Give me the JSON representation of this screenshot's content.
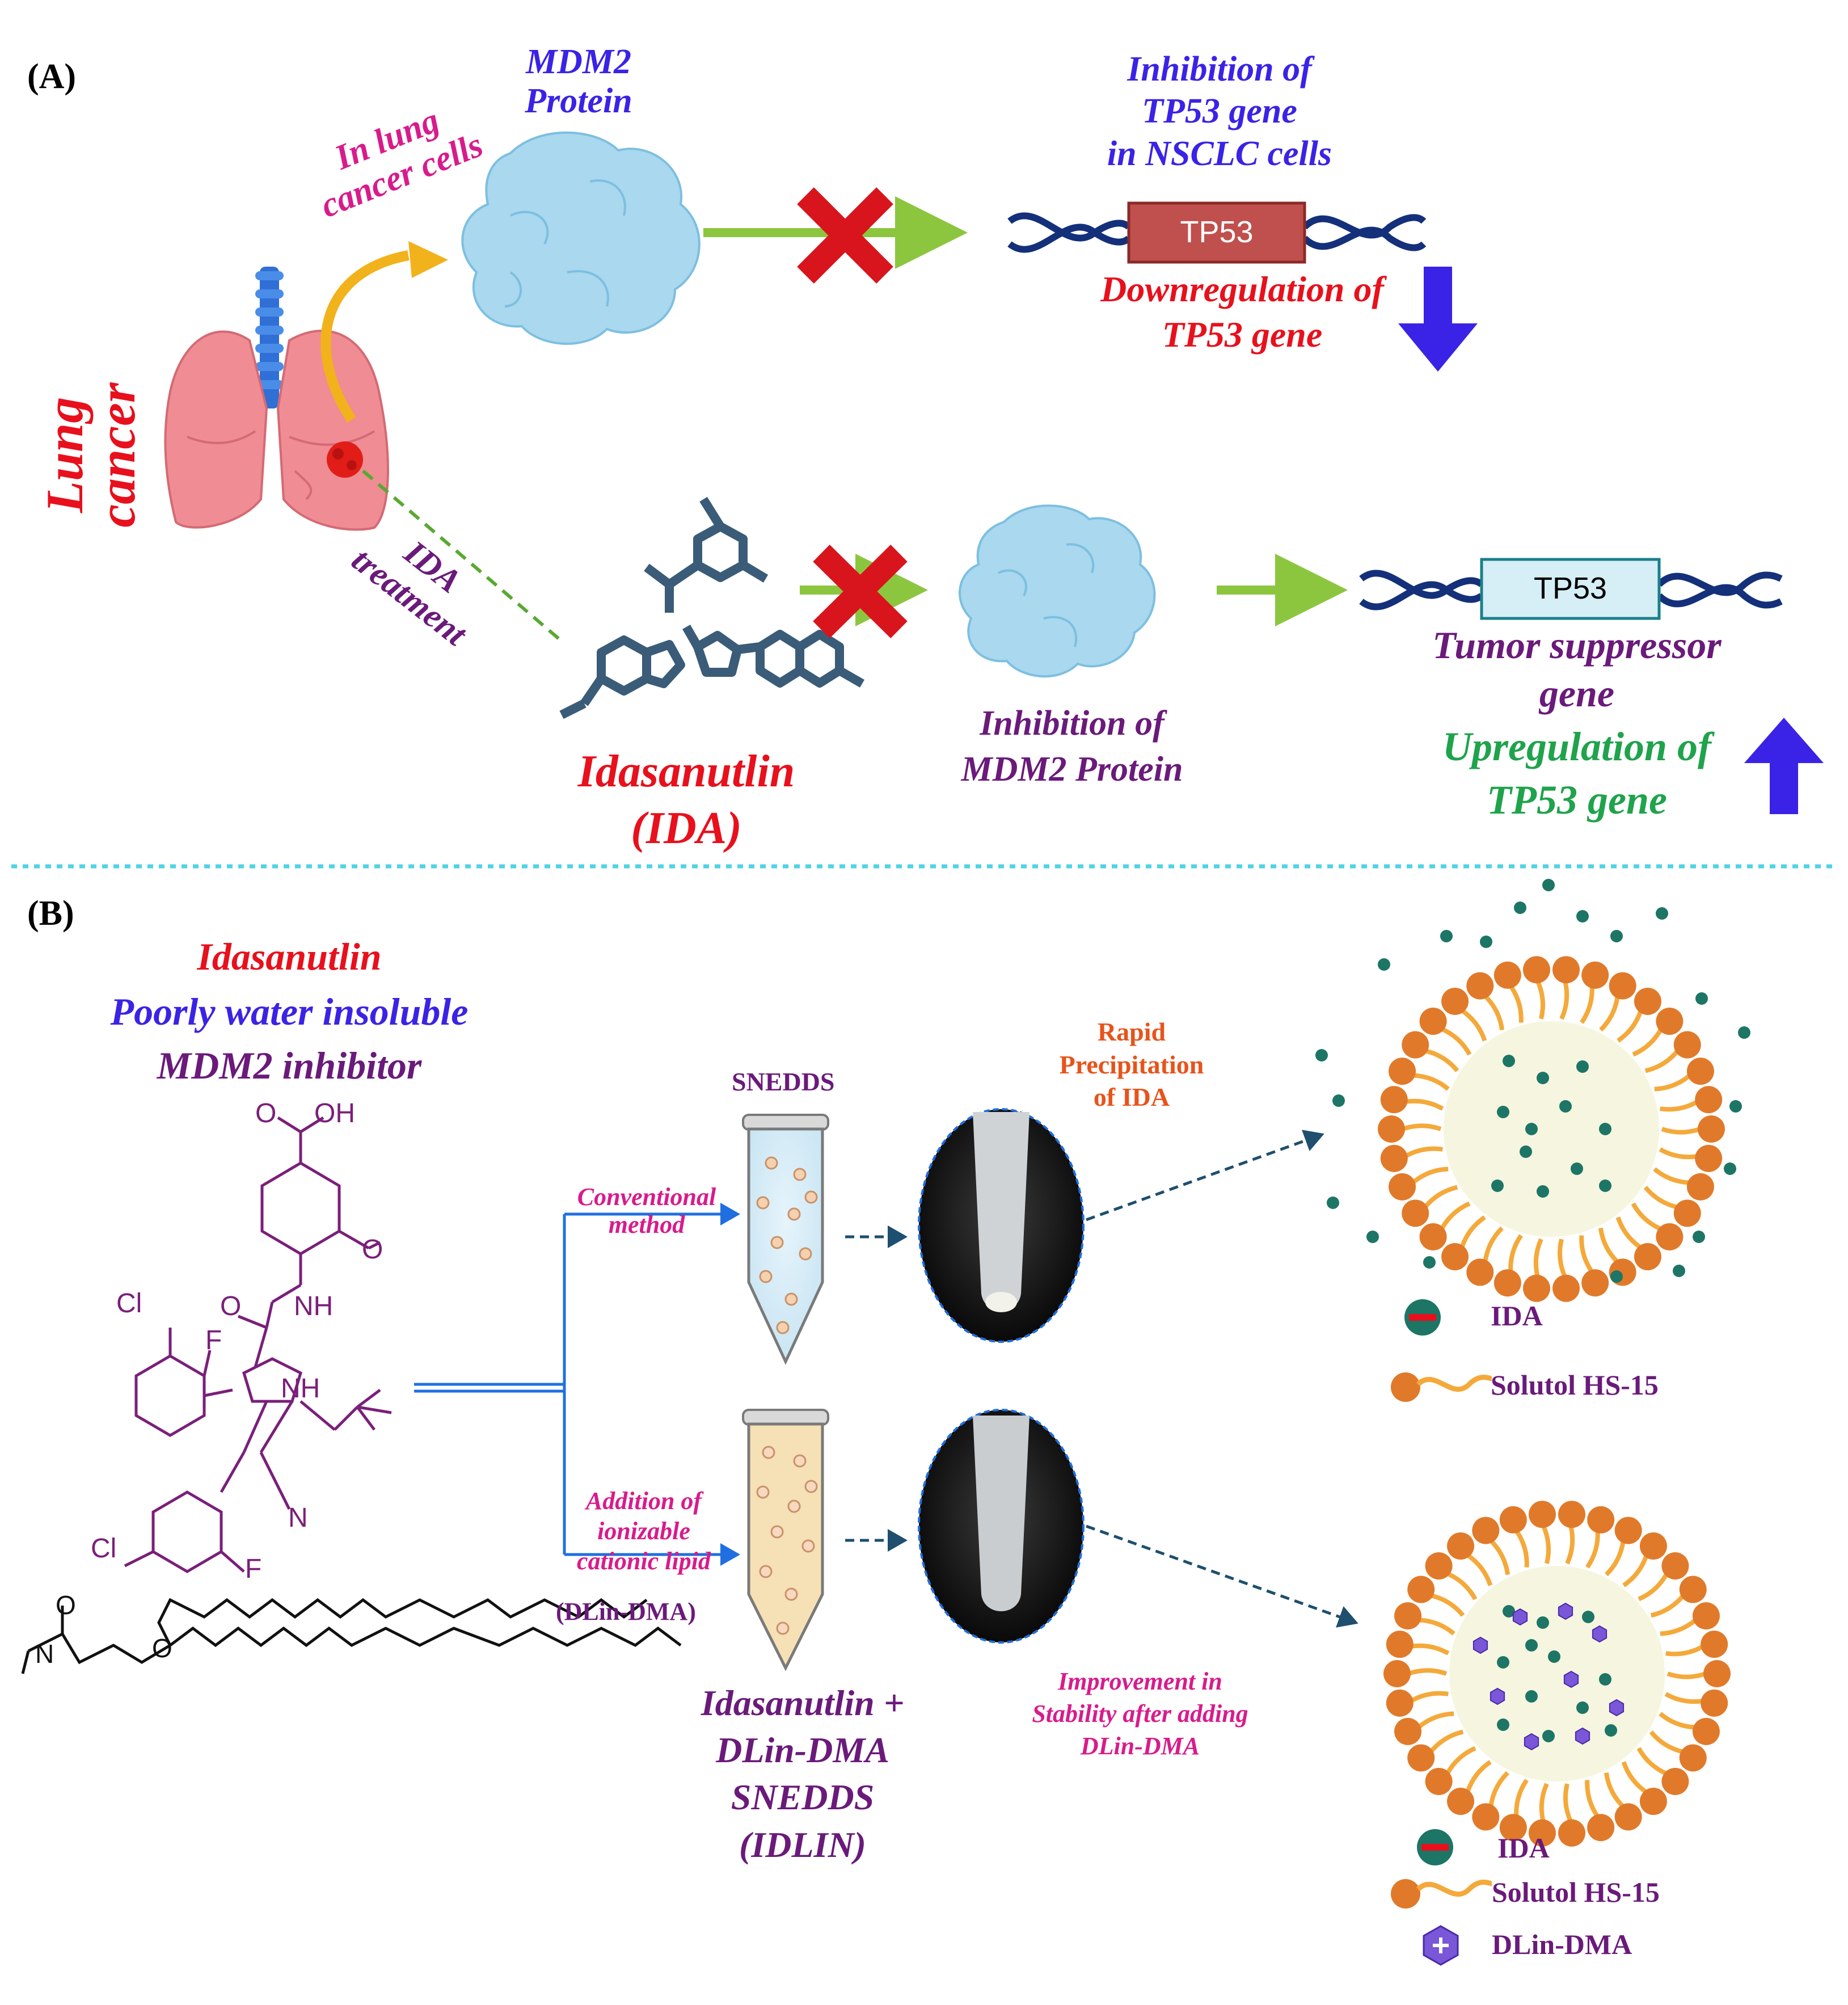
{
  "panel_a": {
    "label": "(A)",
    "lung_cancer": "Lung\ncancer",
    "in_lung_cells": "In lung\ncancer cells",
    "mdm2_protein": "MDM2\nProtein",
    "inhibition_tp53": "Inhibition of\nTP53 gene\nin NSCLC cells",
    "tp53_box": "TP53",
    "downregulation": "Downregulation of\nTP53 gene",
    "ida_treatment": "IDA\ntreatment",
    "drug_name": "Idasanutlin\n(IDA)",
    "inhibition_mdm2": "Inhibition of\nMDM2 Protein",
    "tp53_box_2": "TP53",
    "tumor_suppressor": "Tumor suppressor\ngene",
    "upregulation": "Upregulation of\nTP53 gene"
  },
  "panel_b": {
    "label": "(B)",
    "title_drug": "Idasanutlin",
    "title_line2": "Poorly water insoluble",
    "title_line3": "MDM2 inhibitor",
    "chem": {
      "oh": "O     OH",
      "ome": "O",
      "o_amide": "O",
      "nh": "NH",
      "cl1": "Cl",
      "f1": "F",
      "nh_ring": "NH",
      "cl2": "Cl",
      "f2": "F",
      "n": "N",
      "o1": "O",
      "o2": "O",
      "n2": "N"
    },
    "snedds": "SNEDDS",
    "conventional": "Conventional\nmethod",
    "addition": "Addition of\nionizable\ncationic lipid",
    "dlin_paren": "(DLin-DMA)",
    "rapid": "Rapid\nPrecipitation\nof IDA",
    "improvement": "Improvement in\nStability after adding\nDLin-DMA",
    "idlin": "Idasanutlin +\nDLin-DMA\nSNEDDS\n(IDLIN)",
    "legend1_ida": "IDA",
    "legend1_solutol": "Solutol HS-15",
    "legend2_ida": "IDA",
    "legend2_solutol": "Solutol HS-15",
    "legend2_dlin": "DLin-DMA"
  },
  "colors": {
    "red": "#e8101c",
    "blue_violet": "#3a23e6",
    "magenta": "#d81b8c",
    "purple": "#6a1a7a",
    "green": "#1fa34b",
    "orange_red": "#e8531a",
    "cloud": "#a9d8ef",
    "dna": "#14307a",
    "arrow_green": "#8cc63f",
    "drug_struct": "#3a5c78",
    "micelle_orange": "#e07a2a",
    "dot_teal": "#1d7566"
  }
}
